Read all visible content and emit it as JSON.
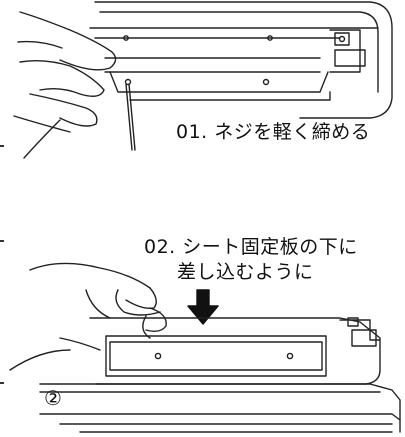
{
  "steps": [
    {
      "caption": "01. ネジを軽く締める"
    },
    {
      "caption_line1": "02. シート固定板の下に",
      "caption_line2": "差し込むように"
    }
  ],
  "step_marker": "②",
  "colors": {
    "line": "#222222",
    "background": "#ffffff"
  },
  "icons": [
    "hand-icon",
    "screwdriver-icon",
    "screw-icon",
    "down-arrow-icon"
  ]
}
